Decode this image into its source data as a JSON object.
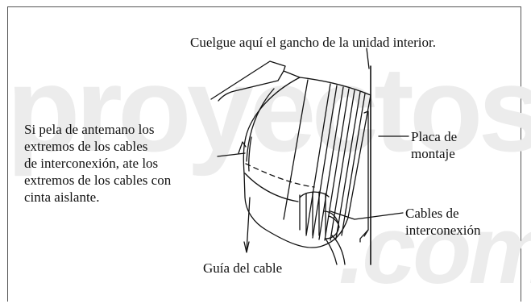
{
  "watermark": {
    "top_text": "proyectos",
    "bottom_text": ".com"
  },
  "labels": {
    "hook": "Cuelgue aquí el gancho de la unidad interior.",
    "left_note": [
      "Si pela de antemano los",
      "extremos de los cables",
      "de interconexión, ate los",
      "extremos de los cables con",
      "cinta aislante."
    ],
    "plate": [
      "Placa de",
      "montaje"
    ],
    "cables": [
      "Cables de",
      "interconexión"
    ],
    "guide": "Guía del cable"
  },
  "colors": {
    "line": "#111111",
    "watermark": "#ececec",
    "frame": "#555555"
  }
}
